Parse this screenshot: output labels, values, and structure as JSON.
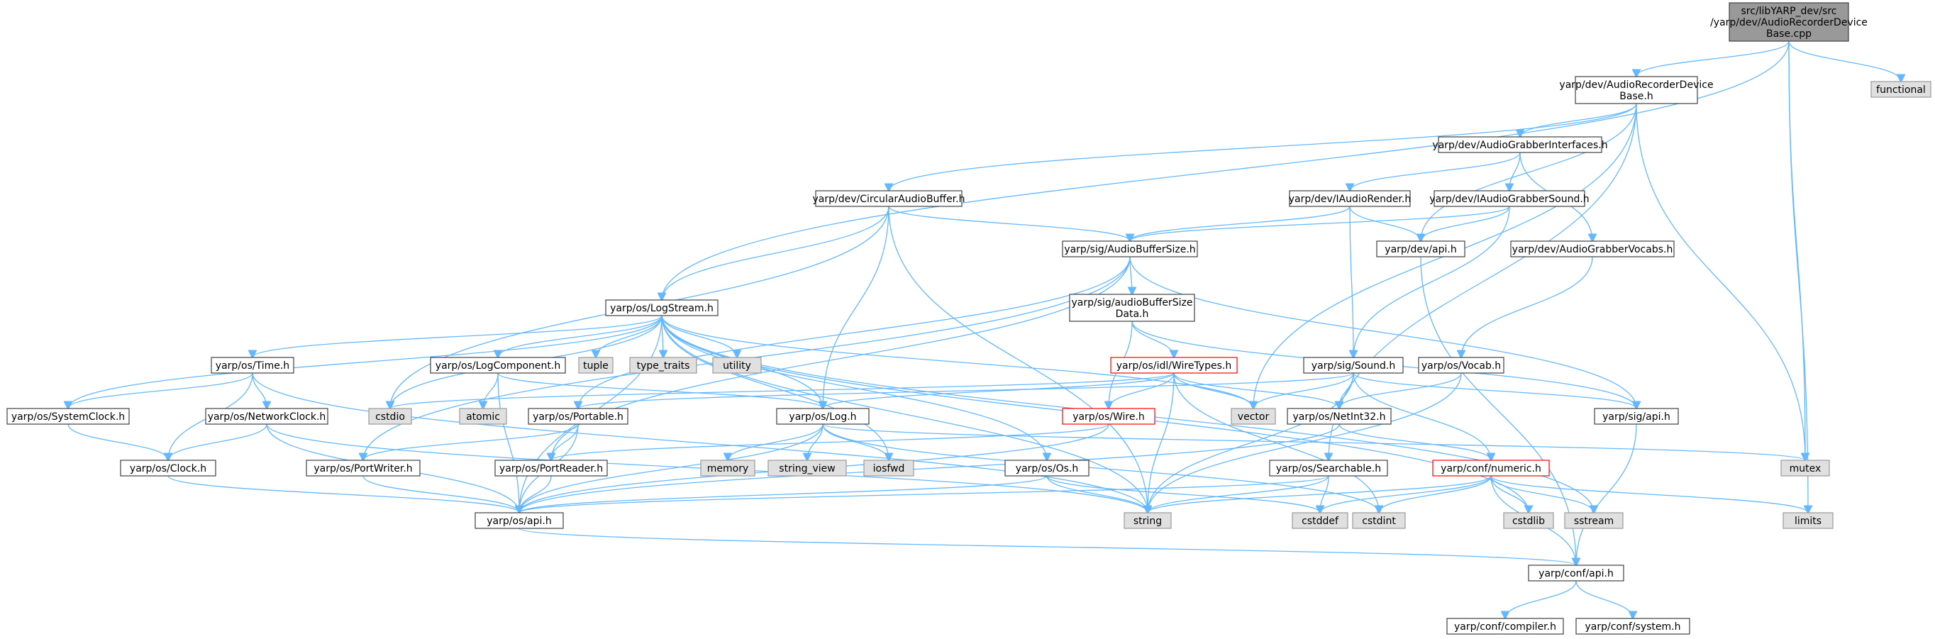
{
  "colors": {
    "edge": "#63b8ff",
    "node_fill": "#ffffff",
    "node_border": "#404040",
    "root_fill": "#999999",
    "system_fill": "#e0e0e0",
    "system_border": "#999999",
    "truncated_border": "#ff0000"
  },
  "nodes": [
    {
      "id": "root",
      "lines": [
        "src/libYARP_dev/src",
        "/yarp/dev/AudioRecorderDevice",
        "Base.cpp"
      ],
      "kind": "root"
    },
    {
      "id": "functional",
      "lines": [
        "functional"
      ],
      "kind": "system"
    },
    {
      "id": "ardb_h",
      "lines": [
        "yarp/dev/AudioRecorderDevice",
        "Base.h"
      ],
      "kind": "normal"
    },
    {
      "id": "agi_h",
      "lines": [
        "yarp/dev/AudioGrabberInterfaces.h"
      ],
      "kind": "normal"
    },
    {
      "id": "cab_h",
      "lines": [
        "yarp/dev/CircularAudioBuffer.h"
      ],
      "kind": "normal"
    },
    {
      "id": "iar_h",
      "lines": [
        "yarp/dev/IAudioRender.h"
      ],
      "kind": "normal"
    },
    {
      "id": "iags_h",
      "lines": [
        "yarp/dev/IAudioGrabberSound.h"
      ],
      "kind": "normal"
    },
    {
      "id": "absize_h",
      "lines": [
        "yarp/sig/AudioBufferSize.h"
      ],
      "kind": "normal"
    },
    {
      "id": "devapi_h",
      "lines": [
        "yarp/dev/api.h"
      ],
      "kind": "normal"
    },
    {
      "id": "agv_h",
      "lines": [
        "yarp/dev/AudioGrabberVocabs.h"
      ],
      "kind": "normal"
    },
    {
      "id": "logstream_h",
      "lines": [
        "yarp/os/LogStream.h"
      ],
      "kind": "normal"
    },
    {
      "id": "absdata_h",
      "lines": [
        "yarp/sig/audioBufferSize",
        "Data.h"
      ],
      "kind": "normal"
    },
    {
      "id": "time_h",
      "lines": [
        "yarp/os/Time.h"
      ],
      "kind": "normal"
    },
    {
      "id": "logcomp_h",
      "lines": [
        "yarp/os/LogComponent.h"
      ],
      "kind": "normal"
    },
    {
      "id": "tuple",
      "lines": [
        "tuple"
      ],
      "kind": "system"
    },
    {
      "id": "type_traits",
      "lines": [
        "type_traits"
      ],
      "kind": "system"
    },
    {
      "id": "utility",
      "lines": [
        "utility"
      ],
      "kind": "system"
    },
    {
      "id": "wiretypes_h",
      "lines": [
        "yarp/os/idl/WireTypes.h"
      ],
      "kind": "truncated"
    },
    {
      "id": "sound_h",
      "lines": [
        "yarp/sig/Sound.h"
      ],
      "kind": "normal"
    },
    {
      "id": "vocab_h",
      "lines": [
        "yarp/os/Vocab.h"
      ],
      "kind": "normal"
    },
    {
      "id": "sysclock_h",
      "lines": [
        "yarp/os/SystemClock.h"
      ],
      "kind": "normal"
    },
    {
      "id": "netclock_h",
      "lines": [
        "yarp/os/NetworkClock.h"
      ],
      "kind": "normal"
    },
    {
      "id": "cstdio",
      "lines": [
        "cstdio"
      ],
      "kind": "system"
    },
    {
      "id": "atomic",
      "lines": [
        "atomic"
      ],
      "kind": "system"
    },
    {
      "id": "portable_h",
      "lines": [
        "yarp/os/Portable.h"
      ],
      "kind": "normal"
    },
    {
      "id": "log_h",
      "lines": [
        "yarp/os/Log.h"
      ],
      "kind": "normal"
    },
    {
      "id": "wire_h",
      "lines": [
        "yarp/os/Wire.h"
      ],
      "kind": "truncated"
    },
    {
      "id": "vector",
      "lines": [
        "vector"
      ],
      "kind": "system"
    },
    {
      "id": "netint32_h",
      "lines": [
        "yarp/os/NetInt32.h"
      ],
      "kind": "normal"
    },
    {
      "id": "sigapi_h",
      "lines": [
        "yarp/sig/api.h"
      ],
      "kind": "normal"
    },
    {
      "id": "clock_h",
      "lines": [
        "yarp/os/Clock.h"
      ],
      "kind": "normal"
    },
    {
      "id": "portwriter_h",
      "lines": [
        "yarp/os/PortWriter.h"
      ],
      "kind": "normal"
    },
    {
      "id": "portreader_h",
      "lines": [
        "yarp/os/PortReader.h"
      ],
      "kind": "normal"
    },
    {
      "id": "memory",
      "lines": [
        "memory"
      ],
      "kind": "system"
    },
    {
      "id": "string_view",
      "lines": [
        "string_view"
      ],
      "kind": "system"
    },
    {
      "id": "iosfwd",
      "lines": [
        "iosfwd"
      ],
      "kind": "system"
    },
    {
      "id": "os_h",
      "lines": [
        "yarp/os/Os.h"
      ],
      "kind": "normal"
    },
    {
      "id": "searchable_h",
      "lines": [
        "yarp/os/Searchable.h"
      ],
      "kind": "normal"
    },
    {
      "id": "numeric_h",
      "lines": [
        "yarp/conf/numeric.h"
      ],
      "kind": "truncated"
    },
    {
      "id": "mutex",
      "lines": [
        "mutex"
      ],
      "kind": "system"
    },
    {
      "id": "limits",
      "lines": [
        "limits"
      ],
      "kind": "system"
    },
    {
      "id": "osapi_h",
      "lines": [
        "yarp/os/api.h"
      ],
      "kind": "normal"
    },
    {
      "id": "string",
      "lines": [
        "string"
      ],
      "kind": "system"
    },
    {
      "id": "cstddef",
      "lines": [
        "cstddef"
      ],
      "kind": "system"
    },
    {
      "id": "cstdint",
      "lines": [
        "cstdint"
      ],
      "kind": "system"
    },
    {
      "id": "cstdlib",
      "lines": [
        "cstdlib"
      ],
      "kind": "system"
    },
    {
      "id": "sstream",
      "lines": [
        "sstream"
      ],
      "kind": "system"
    },
    {
      "id": "confapi_h",
      "lines": [
        "yarp/conf/api.h"
      ],
      "kind": "normal"
    },
    {
      "id": "compiler_h",
      "lines": [
        "yarp/conf/compiler.h"
      ],
      "kind": "normal"
    },
    {
      "id": "system_h",
      "lines": [
        "yarp/conf/system.h"
      ],
      "kind": "normal"
    }
  ],
  "edges": [
    [
      "root",
      "ardb_h"
    ],
    [
      "root",
      "functional"
    ],
    [
      "root",
      "mutex"
    ],
    [
      "root",
      "limits"
    ],
    [
      "root",
      "logstream_h"
    ],
    [
      "ardb_h",
      "agi_h"
    ],
    [
      "ardb_h",
      "cab_h"
    ],
    [
      "ardb_h",
      "devapi_h"
    ],
    [
      "ardb_h",
      "vector"
    ],
    [
      "ardb_h",
      "mutex"
    ],
    [
      "ardb_h",
      "searchable_h"
    ],
    [
      "agi_h",
      "iar_h"
    ],
    [
      "agi_h",
      "iags_h"
    ],
    [
      "agi_h",
      "agv_h"
    ],
    [
      "iar_h",
      "absize_h"
    ],
    [
      "iar_h",
      "devapi_h"
    ],
    [
      "iar_h",
      "sound_h"
    ],
    [
      "iags_h",
      "absize_h"
    ],
    [
      "iags_h",
      "devapi_h"
    ],
    [
      "iags_h",
      "sound_h"
    ],
    [
      "agv_h",
      "vocab_h"
    ],
    [
      "devapi_h",
      "confapi_h"
    ],
    [
      "cab_h",
      "absize_h"
    ],
    [
      "cab_h",
      "logstream_h"
    ],
    [
      "cab_h",
      "log_h"
    ],
    [
      "cab_h",
      "string"
    ],
    [
      "cab_h",
      "cstdio"
    ],
    [
      "absize_h",
      "absdata_h"
    ],
    [
      "absize_h",
      "portable_h"
    ],
    [
      "absize_h",
      "portreader_h"
    ],
    [
      "absize_h",
      "sigapi_h"
    ],
    [
      "absize_h",
      "portwriter_h"
    ],
    [
      "absdata_h",
      "wiretypes_h"
    ],
    [
      "absdata_h",
      "wire_h"
    ],
    [
      "absdata_h",
      "sigapi_h"
    ],
    [
      "logstream_h",
      "time_h"
    ],
    [
      "logstream_h",
      "logcomp_h"
    ],
    [
      "logstream_h",
      "tuple"
    ],
    [
      "logstream_h",
      "type_traits"
    ],
    [
      "logstream_h",
      "utility"
    ],
    [
      "logstream_h",
      "log_h"
    ],
    [
      "logstream_h",
      "os_h"
    ],
    [
      "logstream_h",
      "iosfwd"
    ],
    [
      "logstream_h",
      "string"
    ],
    [
      "logstream_h",
      "cstdio"
    ],
    [
      "logstream_h",
      "sysclock_h"
    ],
    [
      "logstream_h",
      "osapi_h"
    ],
    [
      "logstream_h",
      "sstream"
    ],
    [
      "logstream_h",
      "cstdlib"
    ],
    [
      "logstream_h",
      "vector"
    ],
    [
      "time_h",
      "sysclock_h"
    ],
    [
      "time_h",
      "netclock_h"
    ],
    [
      "time_h",
      "clock_h"
    ],
    [
      "time_h",
      "string"
    ],
    [
      "netclock_h",
      "clock_h"
    ],
    [
      "netclock_h",
      "osapi_h"
    ],
    [
      "netclock_h",
      "string"
    ],
    [
      "sysclock_h",
      "clock_h"
    ],
    [
      "clock_h",
      "osapi_h"
    ],
    [
      "logcomp_h",
      "atomic"
    ],
    [
      "logcomp_h",
      "log_h"
    ],
    [
      "logcomp_h",
      "osapi_h"
    ],
    [
      "wiretypes_h",
      "wire_h"
    ],
    [
      "wiretypes_h",
      "vector"
    ],
    [
      "wiretypes_h",
      "string"
    ],
    [
      "wiretypes_h",
      "netint32_h"
    ],
    [
      "wiretypes_h",
      "cstdint"
    ],
    [
      "wiretypes_h",
      "log_h"
    ],
    [
      "wiretypes_h",
      "cstdio"
    ],
    [
      "wire_h",
      "portreader_h"
    ],
    [
      "wire_h",
      "osapi_h"
    ],
    [
      "sound_h",
      "portable_h"
    ],
    [
      "sound_h",
      "vector"
    ],
    [
      "sound_h",
      "sigapi_h"
    ],
    [
      "sound_h",
      "string"
    ],
    [
      "sound_h",
      "numeric_h"
    ],
    [
      "sound_h",
      "netint32_h"
    ],
    [
      "vocab_h",
      "netint32_h"
    ],
    [
      "vocab_h",
      "string"
    ],
    [
      "netint32_h",
      "numeric_h"
    ],
    [
      "netint32_h",
      "osapi_h"
    ],
    [
      "sigapi_h",
      "confapi_h"
    ],
    [
      "portable_h",
      "portreader_h"
    ],
    [
      "portable_h",
      "portwriter_h"
    ],
    [
      "portable_h",
      "osapi_h"
    ],
    [
      "portwriter_h",
      "osapi_h"
    ],
    [
      "portreader_h",
      "osapi_h"
    ],
    [
      "log_h",
      "memory"
    ],
    [
      "log_h",
      "string_view"
    ],
    [
      "log_h",
      "iosfwd"
    ],
    [
      "log_h",
      "osapi_h"
    ],
    [
      "log_h",
      "mutex"
    ],
    [
      "log_h",
      "cstdint"
    ],
    [
      "os_h",
      "string"
    ],
    [
      "os_h",
      "cstddef"
    ],
    [
      "os_h",
      "osapi_h"
    ],
    [
      "searchable_h",
      "string"
    ],
    [
      "searchable_h",
      "cstddef"
    ],
    [
      "searchable_h",
      "osapi_h"
    ],
    [
      "numeric_h",
      "cstdint"
    ],
    [
      "numeric_h",
      "cstddef"
    ],
    [
      "numeric_h",
      "cstdlib"
    ],
    [
      "numeric_h",
      "sstream"
    ],
    [
      "numeric_h",
      "string"
    ],
    [
      "numeric_h",
      "limits"
    ],
    [
      "numeric_h",
      "confapi_h"
    ],
    [
      "osapi_h",
      "confapi_h"
    ],
    [
      "confapi_h",
      "compiler_h"
    ],
    [
      "confapi_h",
      "system_h"
    ]
  ]
}
